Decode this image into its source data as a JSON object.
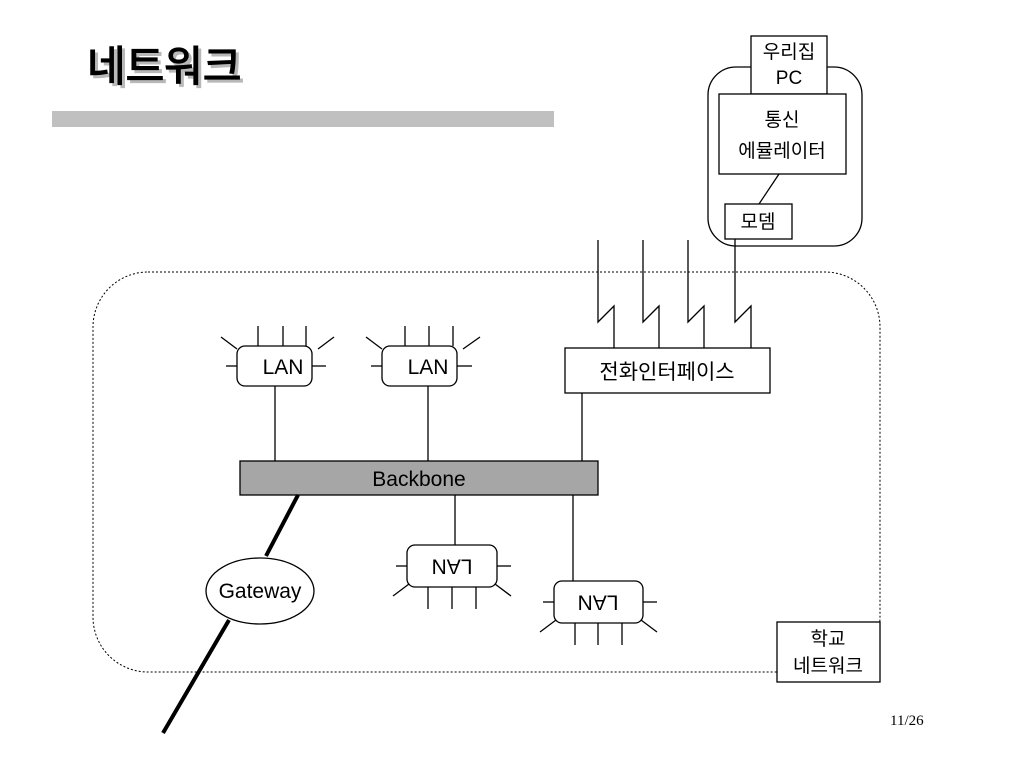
{
  "slide": {
    "title": "네트워크",
    "page_number": "11/26"
  },
  "home": {
    "label_lines": [
      "우리집",
      "PC"
    ],
    "emulator_lines": [
      "통신",
      "에뮬레이터"
    ],
    "modem": "모뎀"
  },
  "school": {
    "label_lines": [
      "학교",
      "네트워크"
    ],
    "phone_interface": "전화인터페이스",
    "backbone": "Backbone",
    "gateway": "Gateway",
    "lans": [
      "LAN",
      "LAN",
      "LAN",
      "LAN"
    ]
  },
  "colors": {
    "rule": "#c0c0c0",
    "backbone_fill": "#a6a6a6"
  }
}
